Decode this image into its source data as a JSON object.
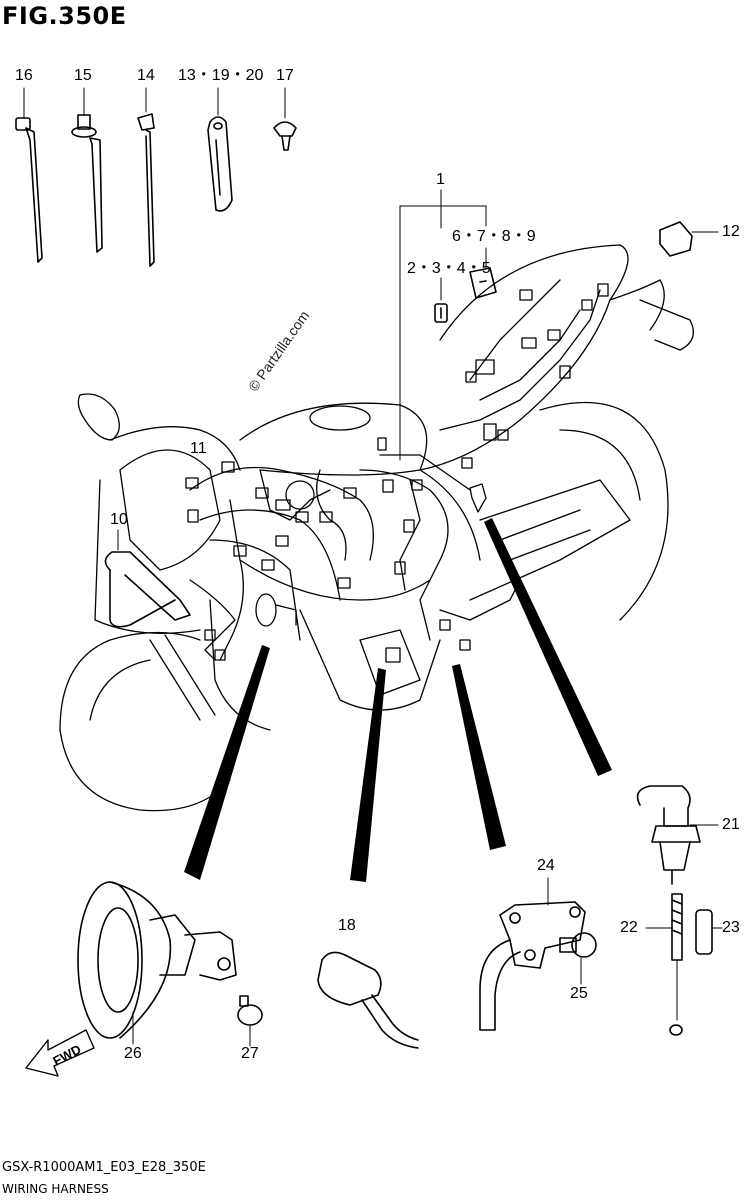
{
  "figure": {
    "title": "FIG.350E"
  },
  "watermark": "© Partzilla.com",
  "callouts": {
    "c16": "16",
    "c15": "15",
    "c14": "14",
    "c13": "13・19・20",
    "c17": "17",
    "c1": "1",
    "c6": "6・7・8・9",
    "c2": "2・3・4・5",
    "c12": "12",
    "c11": "11",
    "c10": "10",
    "c21": "21",
    "c22": "22",
    "c23": "23",
    "c24": "24",
    "c25": "25",
    "c18": "18",
    "c26": "26",
    "c27": "27"
  },
  "fwd_label": "FWD",
  "footer": {
    "code": "GSX-R1000AM1_E03_E28_350E",
    "name": "WIRING HARNESS"
  },
  "colors": {
    "line": "#000000",
    "background": "#ffffff"
  }
}
